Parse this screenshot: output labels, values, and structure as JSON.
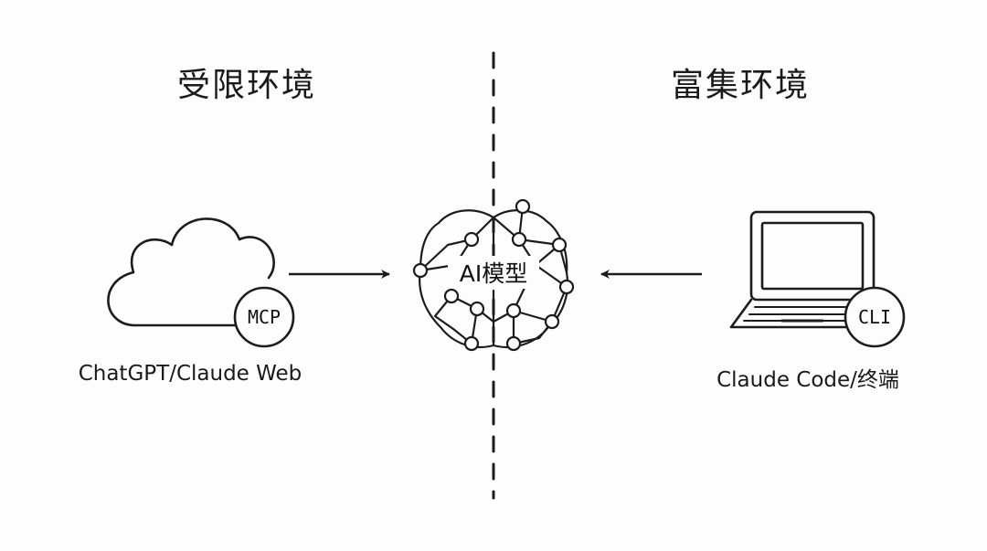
{
  "headings": {
    "left": "受限环境",
    "right": "富集环境"
  },
  "left_panel": {
    "badge": "MCP",
    "caption": "ChatGPT/Claude Web",
    "icon": "cloud-icon"
  },
  "center": {
    "label": "AI模型",
    "icon": "neural-brain-icon"
  },
  "right_panel": {
    "badge": "CLI",
    "caption": "Claude Code/终端",
    "icon": "laptop-icon"
  },
  "colors": {
    "ink": "#1c1c1c",
    "background": "#fdfdfd"
  }
}
